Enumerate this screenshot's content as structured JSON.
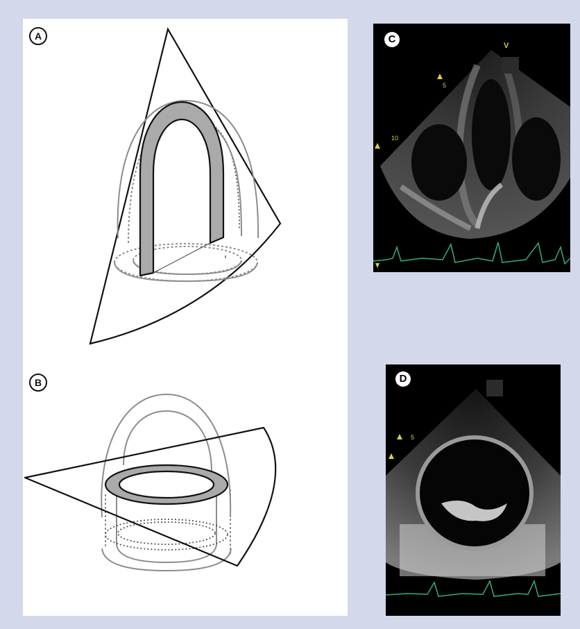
{
  "panels": {
    "a": {
      "label": "A"
    },
    "b": {
      "label": "B"
    },
    "c": {
      "label": "C",
      "marker_v": "V",
      "depth_5": "5",
      "depth_10": "10"
    },
    "d": {
      "label": "D",
      "depth_5": "5"
    }
  },
  "colors": {
    "background": "#d3d8ea",
    "myocardium_fill": "#aaaaaa",
    "ecg_trace": "#2fae8c",
    "depth_marker": "#d8d23a"
  }
}
